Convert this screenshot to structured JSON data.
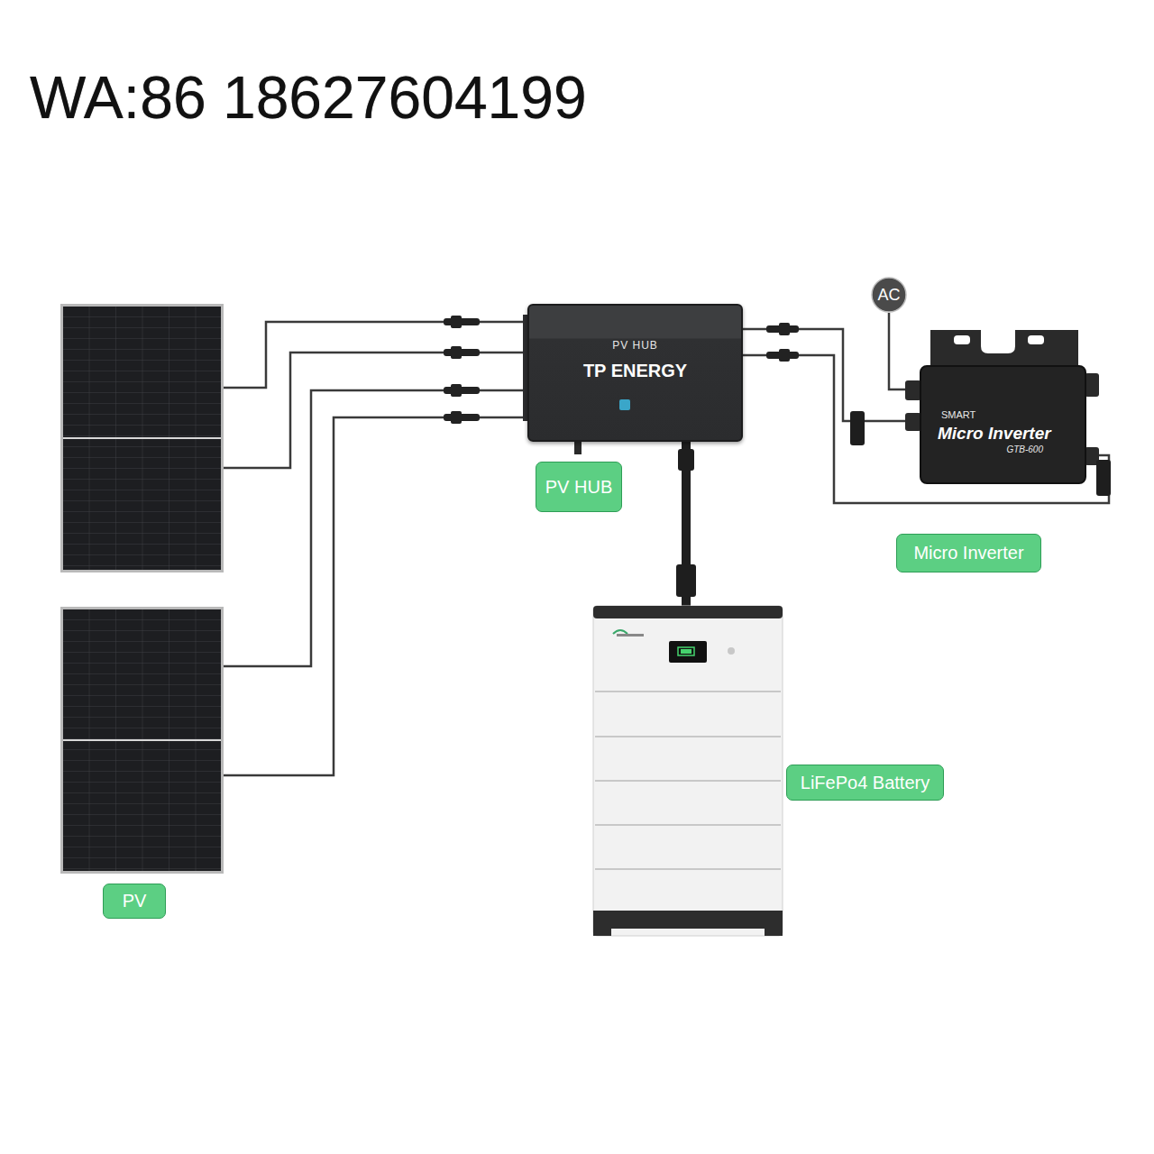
{
  "diagram": {
    "nodes": [
      {
        "text": [
          "PV HUB",
          "TP ENERGY"
        ]
      },
      {
        "text": [
          "AC"
        ]
      },
      {
        "text": [
          "SMART",
          "Micro Inverter",
          "GTB-600"
        ]
      },
      {
        "text": [
          "PV HUB"
        ]
      },
      {
        "text": [
          "Micro Inverter"
        ]
      },
      {
        "text": [
          "LiFePo4 Battery"
        ]
      },
      {
        "text": [
          "PV"
        ]
      }
    ],
    "edges": [
      {
        "from": 0,
        "to": 2,
        "arrow": "none"
      },
      {
        "from": 0,
        "to": 2,
        "arrow": "none"
      },
      {
        "from": 1,
        "to": 2,
        "arrow": "none"
      }
    ],
    "labels": [
      "WA:86 18627604199"
    ]
  }
}
